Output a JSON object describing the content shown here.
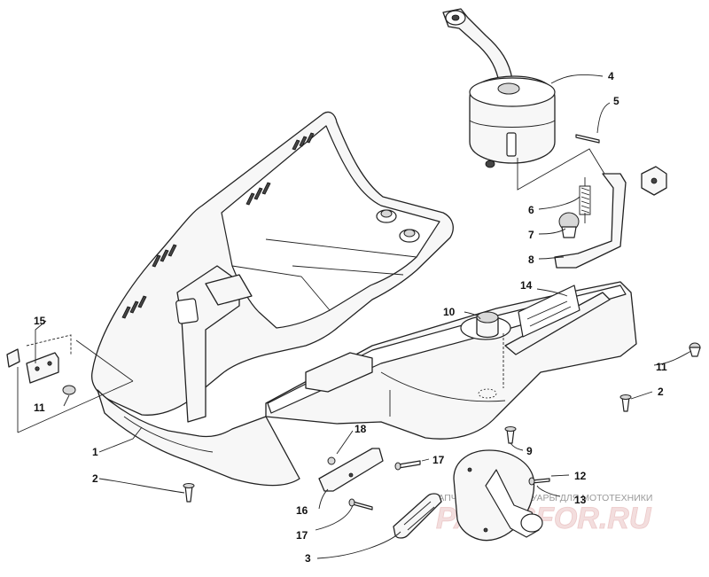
{
  "callouts": {
    "c1": "1",
    "c2a": "2",
    "c2b": "2",
    "c3": "3",
    "c4": "4",
    "c5": "5",
    "c6": "6",
    "c7": "7",
    "c8": "8",
    "c9": "9",
    "c10": "10",
    "c11a": "11",
    "c11b": "11",
    "c12": "12",
    "c13": "13",
    "c14": "14",
    "c15": "15",
    "c16": "16",
    "c17a": "17",
    "c17b": "17",
    "c18": "18"
  },
  "watermark": {
    "tagline": "ЗАПЧАСТИ И АКСЕССУАРЫ ДЛЯ МОТОТЕХНИКИ",
    "brand": "PARTSFOR.RU"
  }
}
